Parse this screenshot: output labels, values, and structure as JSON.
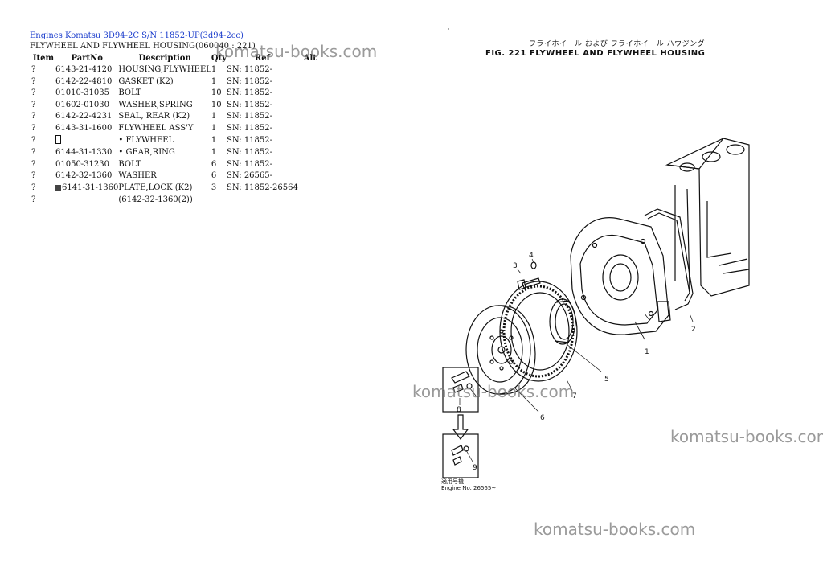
{
  "breadcrumb": {
    "link1": "Engines Komatsu",
    "link2": "3D94-2C S/N 11852-UP(3d94-2cc)"
  },
  "section_title": "FLYWHEEL AND FLYWHEEL HOUSING(060040 : 221)",
  "table": {
    "headers": [
      "Item",
      "PartNo",
      "Description",
      "Qty",
      "Ref",
      "Alt"
    ],
    "rows": [
      {
        "item": "?",
        "part": "6143-21-4120",
        "desc": "HOUSING,FLYWHEEL",
        "qty": "1",
        "ref": "SN: 11852-",
        "alt": ""
      },
      {
        "item": "?",
        "part": "6142-22-4810",
        "desc": "GASKET (K2)",
        "qty": "1",
        "ref": "SN: 11852-",
        "alt": ""
      },
      {
        "item": "?",
        "part": "01010-31035",
        "desc": "BOLT",
        "qty": "10",
        "ref": "SN: 11852-",
        "alt": ""
      },
      {
        "item": "?",
        "part": "01602-01030",
        "desc": "WASHER,SPRING",
        "qty": "10",
        "ref": "SN: 11852-",
        "alt": ""
      },
      {
        "item": "?",
        "part": "6142-22-4231",
        "desc": "SEAL, REAR (K2)",
        "qty": "1",
        "ref": "SN: 11852-",
        "alt": ""
      },
      {
        "item": "?",
        "part": "6143-31-1600",
        "desc": "FLYWHEEL ASS'Y",
        "qty": "1",
        "ref": "SN: 11852-",
        "alt": ""
      },
      {
        "item": "?",
        "part": "",
        "desc": "• FLYWHEEL",
        "qty": "1",
        "ref": "SN: 11852-",
        "alt": ""
      },
      {
        "item": "?",
        "part": "6144-31-1330",
        "desc": "• GEAR,RING",
        "qty": "1",
        "ref": "SN: 11852-",
        "alt": ""
      },
      {
        "item": "?",
        "part": "01050-31230",
        "desc": "BOLT",
        "qty": "6",
        "ref": "SN: 11852-",
        "alt": ""
      },
      {
        "item": "?",
        "part": "6142-32-1360",
        "desc": "WASHER",
        "qty": "6",
        "ref": "SN: 26565-",
        "alt": ""
      },
      {
        "item": "?",
        "part": "6141-31-1360",
        "desc": "PLATE,LOCK (K2)",
        "qty": "3",
        "ref": "SN: 11852-26564",
        "alt": ""
      },
      {
        "item": "?",
        "part": "",
        "desc": "(6142-32-1360(2))",
        "qty": "",
        "ref": "",
        "alt": ""
      }
    ]
  },
  "watermark_text": "komatsu-books.com",
  "figure": {
    "title_jp": "フライホイール および フライホイール ハウジング",
    "title_en": "FIG. 221  FLYWHEEL  AND  FLYWHEEL  HOUSING",
    "callouts": [
      "1",
      "2",
      "3",
      "4",
      "5",
      "6",
      "7",
      "8",
      "9"
    ],
    "note_line1": "適用号機",
    "note_line2": "Engine No. 26565~"
  },
  "colors": {
    "link": "#1a3ccc",
    "watermark": "#787878"
  }
}
